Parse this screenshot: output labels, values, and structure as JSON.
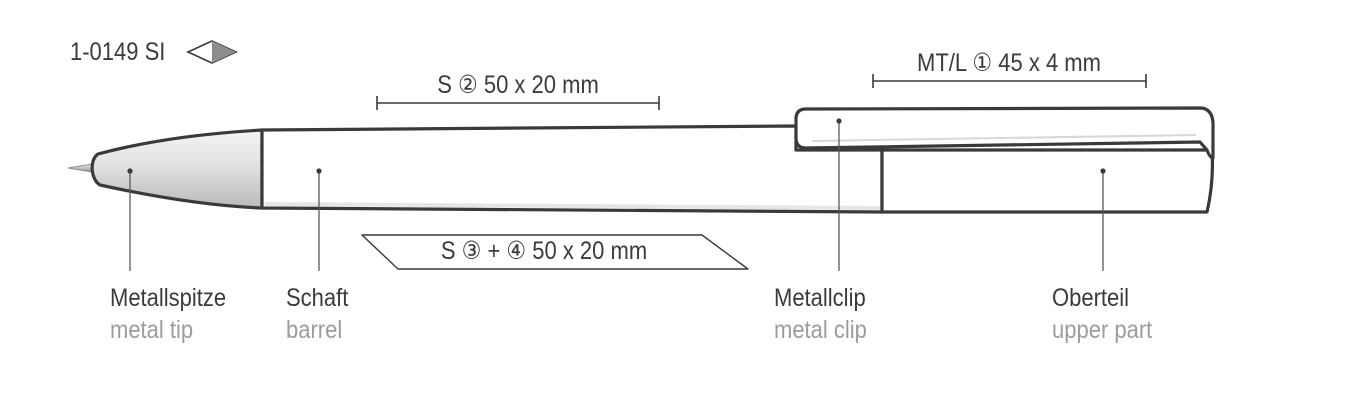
{
  "product": {
    "code": "1-0149 SI",
    "icon": "pen-shape-icon"
  },
  "dimensions": {
    "clip_print": "MT/L ① 45 x 4 mm",
    "barrel_print_top": "S ② 50 x 20 mm",
    "barrel_print_bottom": "S ③ + ④ 50 x 20 mm"
  },
  "parts": [
    {
      "de": "Metallspitze",
      "en": "metal tip"
    },
    {
      "de": "Schaft",
      "en": "barrel"
    },
    {
      "de": "Metallclip",
      "en": "metal clip"
    },
    {
      "de": "Oberteil",
      "en": "upper part"
    }
  ],
  "colors": {
    "outline": "#3a3a3a",
    "label_primary": "#3b3b3b",
    "label_secondary": "#9c9c9c"
  }
}
